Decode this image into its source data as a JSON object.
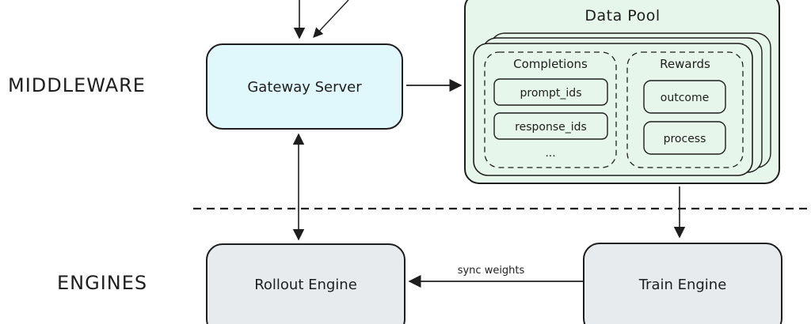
{
  "sections": {
    "middleware": "MIDDLEWARE",
    "engines": "ENGINES"
  },
  "nodes": {
    "gateway_server": {
      "label": "Gateway Server",
      "fill": "#e0f7fb"
    },
    "data_pool": {
      "title": "Data Pool",
      "fill": "#e6f6ea",
      "groups": {
        "completions": {
          "title": "Completions",
          "fields": [
            "prompt_ids",
            "response_ids"
          ],
          "more": "..."
        },
        "rewards": {
          "title": "Rewards",
          "fields": [
            "outcome",
            "process"
          ]
        }
      }
    },
    "rollout_engine": {
      "label": "Rollout Engine",
      "fill": "#e8ebee"
    },
    "train_engine": {
      "label": "Train Engine",
      "fill": "#e8ebee"
    }
  },
  "edges": {
    "sync_weights": {
      "label": "sync weights",
      "from": "Train Engine",
      "to": "Rollout Engine"
    },
    "gateway_to_pool": {
      "from": "Gateway Server",
      "to": "Data Pool"
    },
    "pool_to_train": {
      "from": "Data Pool",
      "to": "Train Engine"
    },
    "gateway_rollout": {
      "between": [
        "Gateway Server",
        "Rollout Engine"
      ],
      "bidirectional": true
    },
    "incoming_to_gateway": {
      "count": 2
    }
  },
  "colors": {
    "stroke": "#1e1e1e",
    "divider": "#1e1e1e"
  }
}
